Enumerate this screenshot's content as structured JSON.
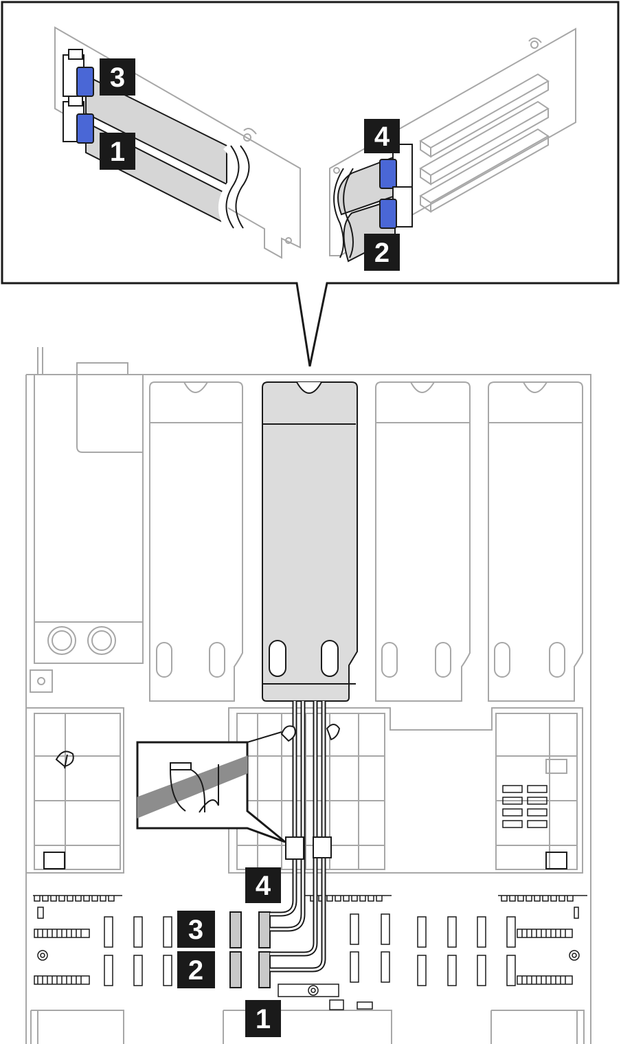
{
  "callouts": {
    "c1": "1",
    "c2": "2",
    "c3": "3",
    "c4": "4"
  },
  "colors": {
    "line": "#a7a7a7",
    "dark": "#1a1a1a",
    "cable_fill": "#d6d6d6",
    "riser_fill": "#dcdcdc",
    "connector_blue": "#4a67d6",
    "label_bg": "#1a1a1a"
  },
  "icons": [
    "cable-clip-icon",
    "screw-icon"
  ]
}
